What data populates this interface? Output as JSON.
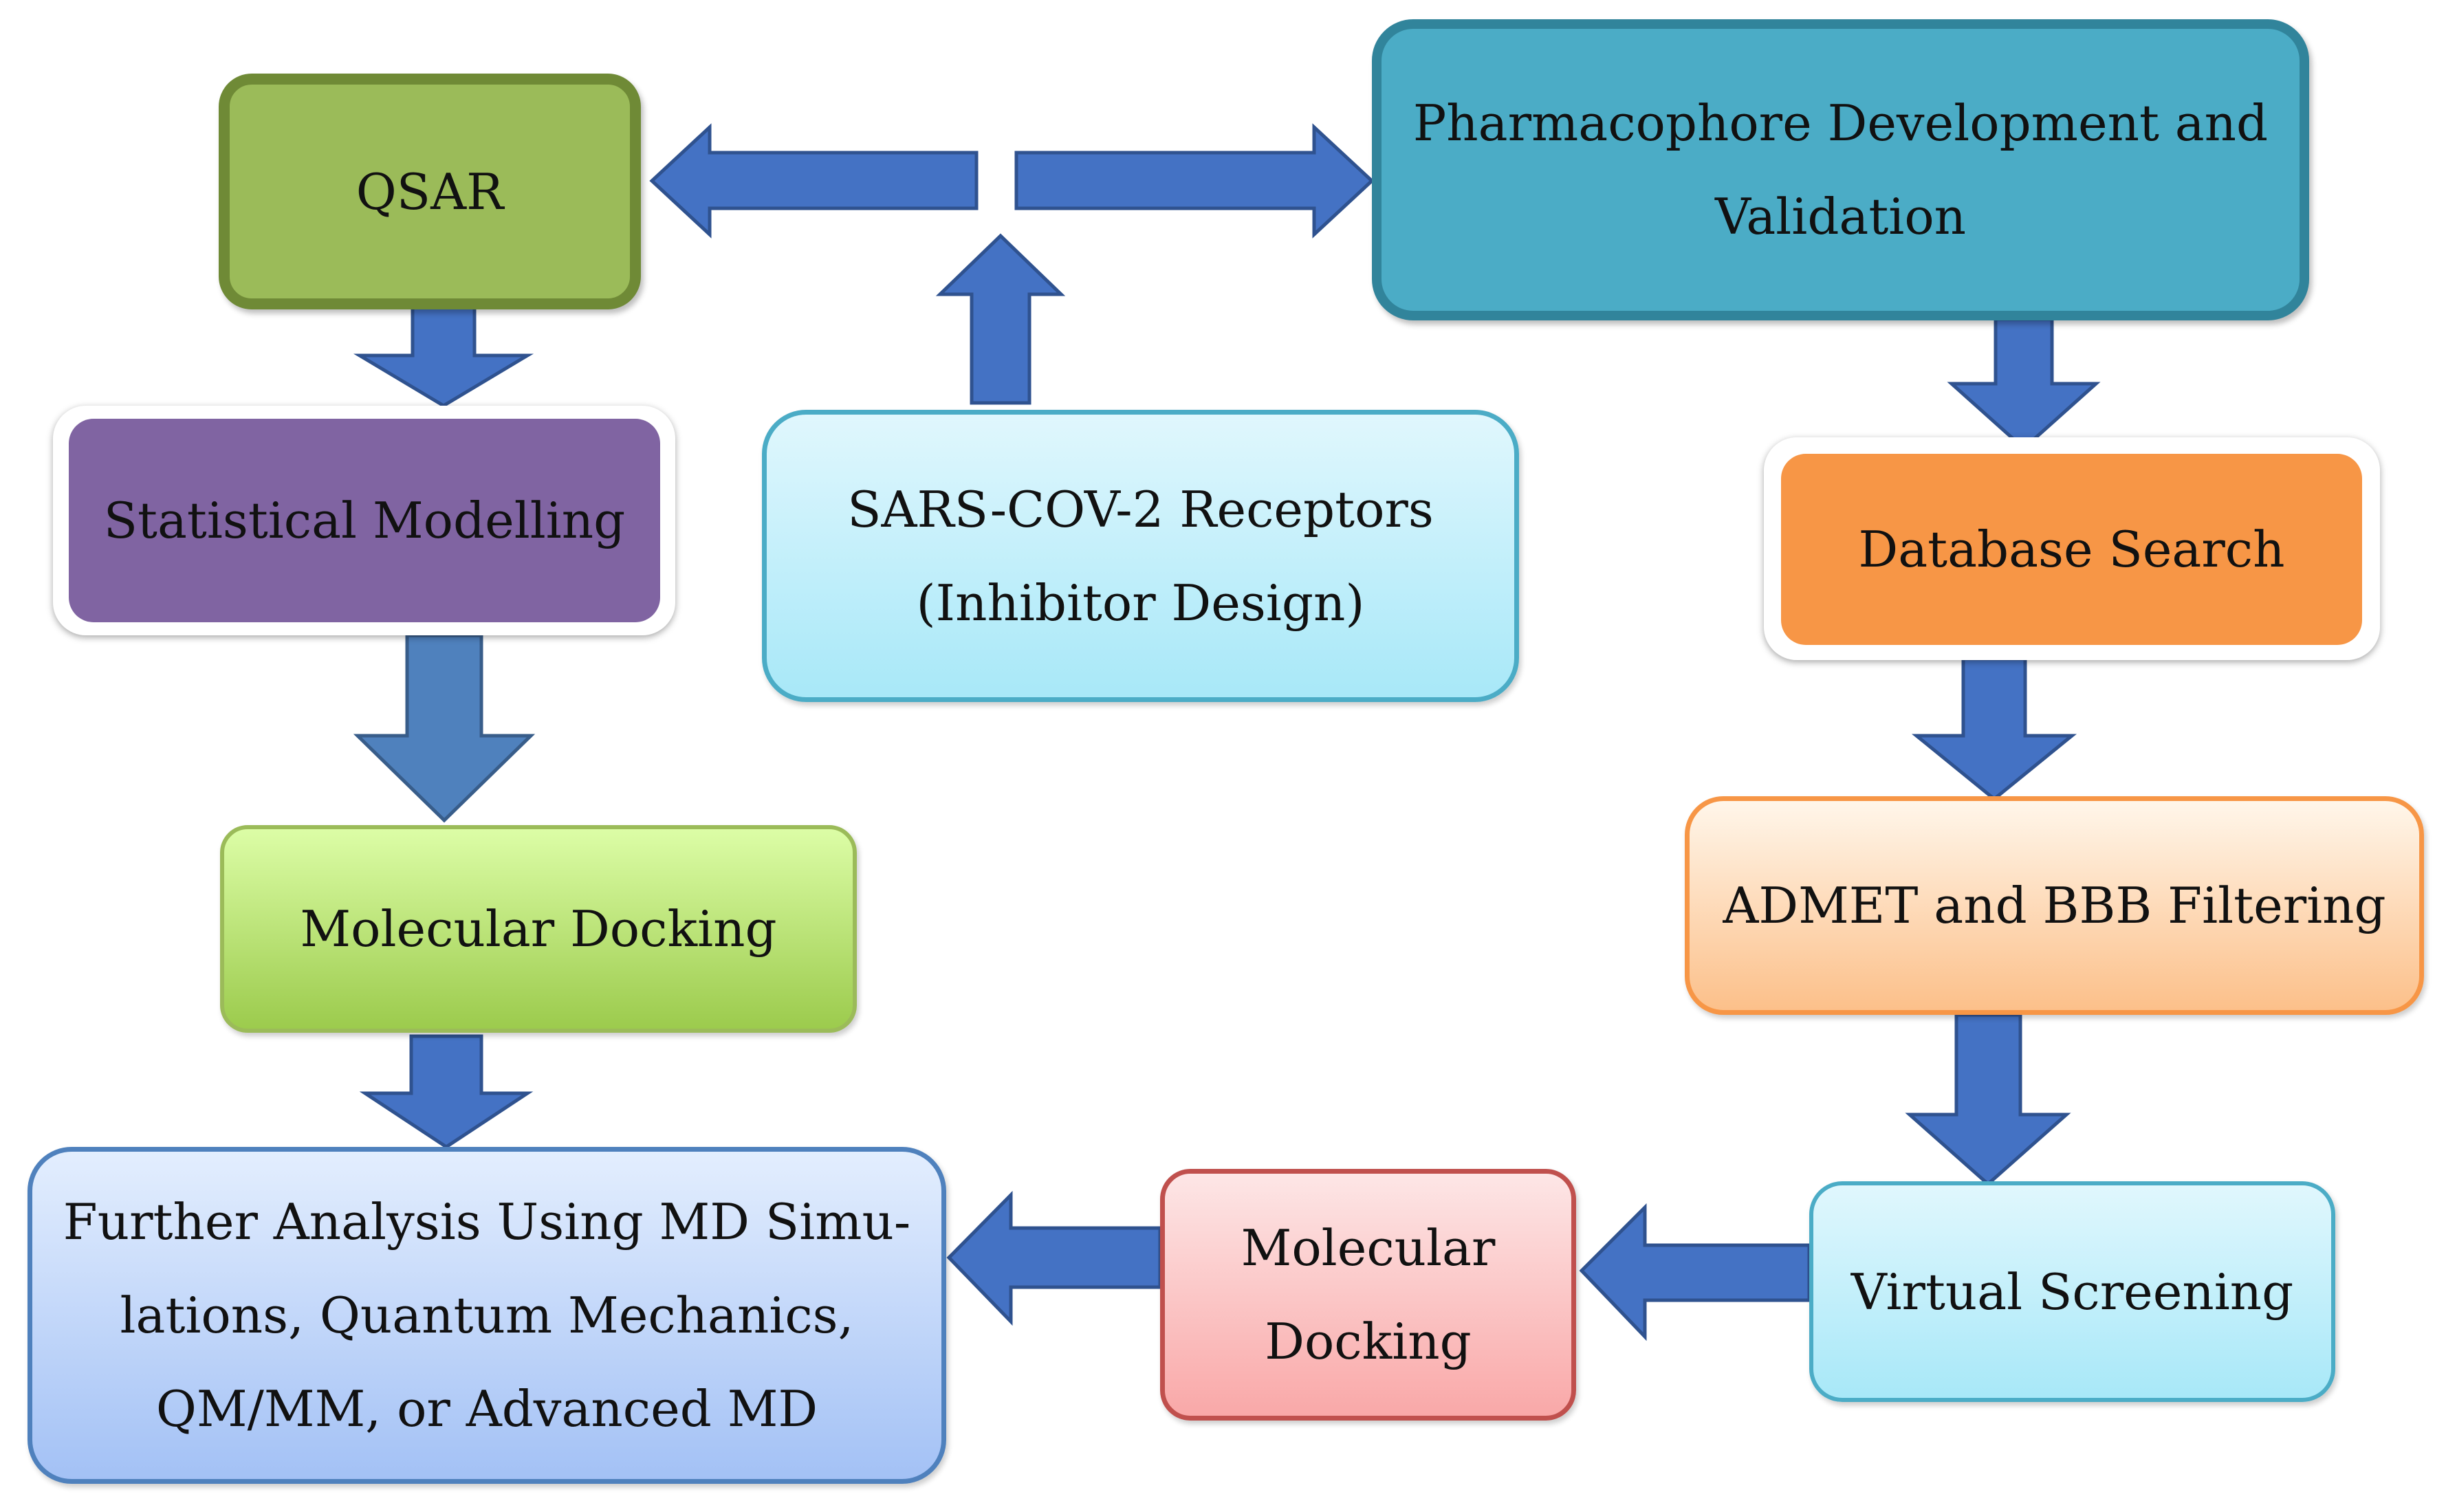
{
  "nodes": {
    "qsar": {
      "lines": [
        "QSAR"
      ]
    },
    "pharmacophore": {
      "lines": [
        "Pharmacophore Development and",
        "Validation"
      ]
    },
    "statistical_modelling": {
      "lines": [
        "Statistical Modelling"
      ]
    },
    "sars_cov2": {
      "lines": [
        "SARS-COV-2 Receptors",
        "(Inhibitor Design)"
      ]
    },
    "database_search": {
      "lines": [
        "Database Search"
      ]
    },
    "molecular_docking_left": {
      "lines": [
        "Molecular Docking"
      ]
    },
    "admet": {
      "lines": [
        "ADMET and BBB Filtering"
      ]
    },
    "further_analysis": {
      "lines": [
        "Further Analysis Using MD Simu-",
        "lations, Quantum Mechanics,",
        "QM/MM, or Advanced MD"
      ]
    },
    "molecular_docking_center": {
      "lines": [
        "Molecular",
        "Docking"
      ]
    },
    "virtual_screening": {
      "lines": [
        "Virtual Screening"
      ]
    }
  },
  "colors": {
    "arrow_fill": "#4472c4",
    "arrow_stroke": "#2f528f",
    "arrow_fill_alt": "#4f81bd",
    "arrow_stroke_alt": "#385d8a"
  }
}
